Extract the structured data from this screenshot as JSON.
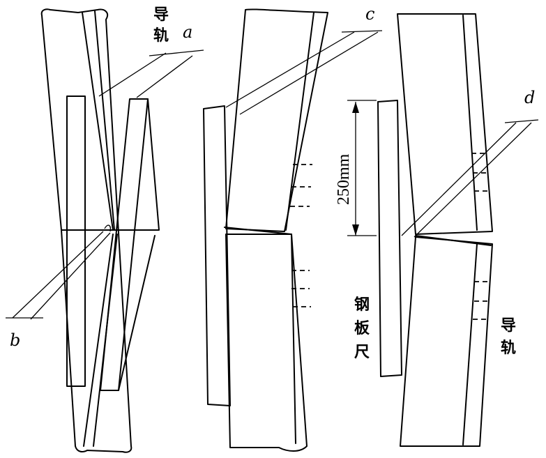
{
  "labels": {
    "rail_top": [
      "导",
      "轨"
    ],
    "rail_bottom": [
      "导",
      "轨"
    ],
    "steel_ruler": [
      "钢",
      "板",
      "尺"
    ],
    "dimension": "250mm",
    "point_a": "a",
    "point_b": "b",
    "point_c": "c",
    "point_d": "d"
  }
}
